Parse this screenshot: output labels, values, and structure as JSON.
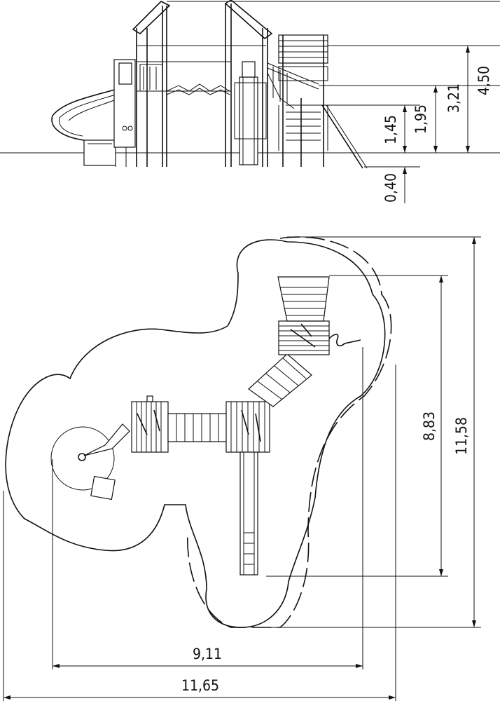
{
  "elevation": {
    "heights": {
      "h_450": "4,50",
      "h_321": "3,21",
      "h_195": "1,95",
      "h_145": "1,45",
      "h_040": "0,40"
    }
  },
  "plan": {
    "dims": {
      "w_911": "9,11",
      "w_1165": "11,65",
      "d_883": "8,83",
      "d_1158": "11,58"
    }
  }
}
